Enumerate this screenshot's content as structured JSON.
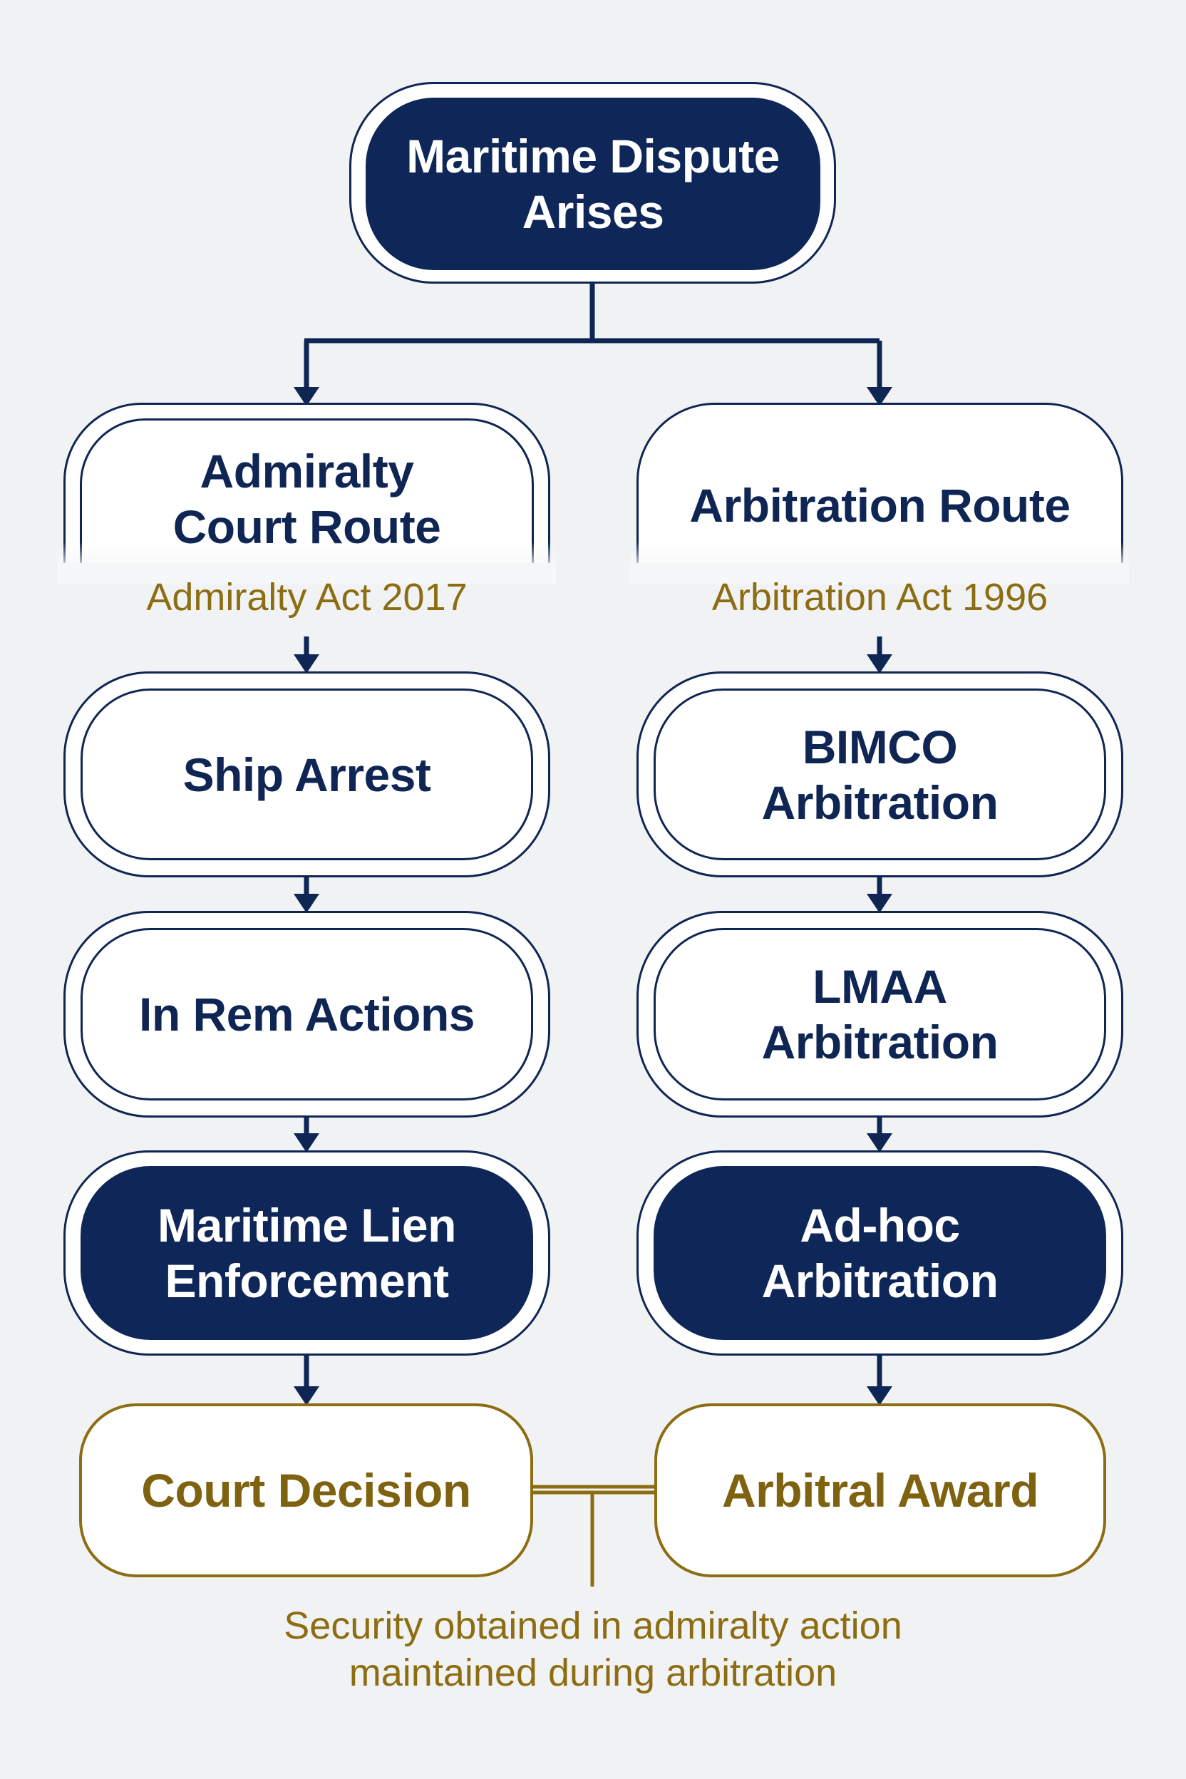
{
  "colors": {
    "navy": "#0e2758",
    "gold": "#8c6d12",
    "background": "#f1f2f4"
  },
  "root": {
    "label": "Maritime Dispute\nArises"
  },
  "left_branch": {
    "route": {
      "label": "Admiralty\nCourt Route"
    },
    "act": "Admiralty Act 2017",
    "steps": [
      {
        "label": "Ship Arrest"
      },
      {
        "label": "In Rem Actions"
      },
      {
        "label": "Maritime Lien\nEnforcement"
      }
    ],
    "outcome": {
      "label": "Court Decision"
    }
  },
  "right_branch": {
    "route": {
      "label": "Arbitration Route"
    },
    "act": "Arbitration Act 1996",
    "steps": [
      {
        "label": "BIMCO\nArbitration"
      },
      {
        "label": "LMAA\nArbitration"
      },
      {
        "label": "Ad-hoc\nArbitration"
      }
    ],
    "outcome": {
      "label": "Arbitral Award"
    }
  },
  "note": "Security obtained in admiralty action\nmaintained during arbitration"
}
